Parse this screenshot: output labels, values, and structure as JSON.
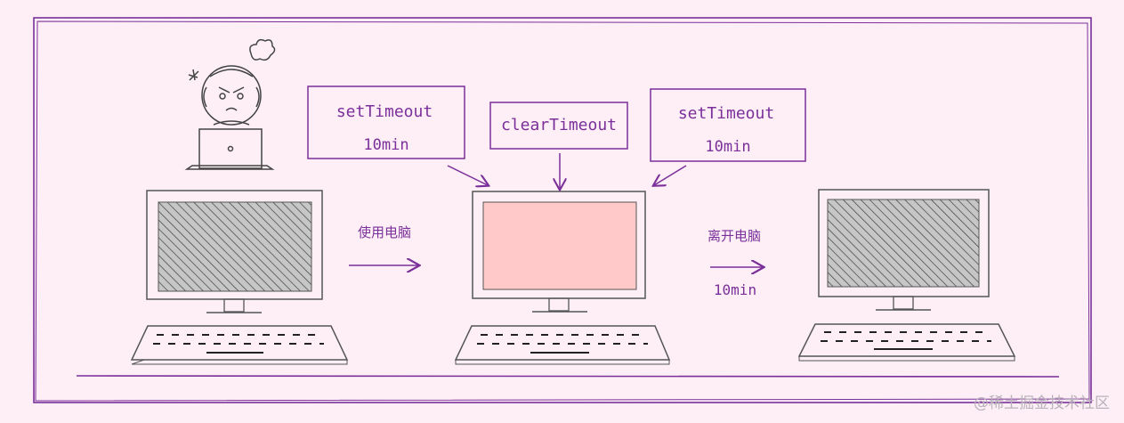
{
  "boxes": {
    "set_left": {
      "line1": "setTimeout",
      "line2": "10min"
    },
    "clear": {
      "line1": "clearTimeout"
    },
    "set_right": {
      "line1": "setTimeout",
      "line2": "10min"
    }
  },
  "labels": {
    "use_computer": "使用电脑",
    "leave_computer": "离开电脑",
    "leave_duration": "10min"
  },
  "watermark": "@稀土掘金技术社区",
  "colors": {
    "ink": "#7b2f9a",
    "dark_ink": "#333333",
    "background": "#fdeff5",
    "active_screen": "#ffc9c9",
    "idle_screen": "#c6c6c6"
  }
}
